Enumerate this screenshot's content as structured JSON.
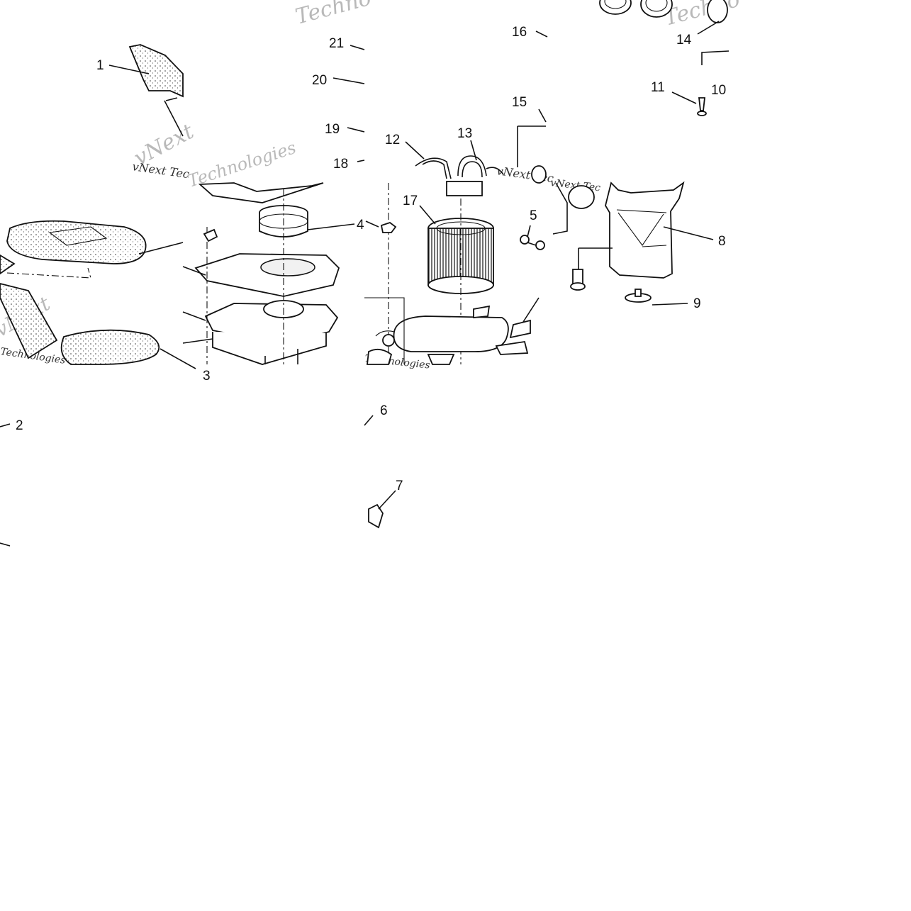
{
  "diagram": {
    "callouts": [
      {
        "id": "1",
        "text": "1"
      },
      {
        "id": "2",
        "text": "2"
      },
      {
        "id": "3",
        "text": "3"
      },
      {
        "id": "4",
        "text": "4"
      },
      {
        "id": "5",
        "text": "5"
      },
      {
        "id": "6",
        "text": "6"
      },
      {
        "id": "7",
        "text": "7"
      },
      {
        "id": "8",
        "text": "8"
      },
      {
        "id": "9",
        "text": "9"
      },
      {
        "id": "10",
        "text": "10"
      },
      {
        "id": "11",
        "text": "11"
      },
      {
        "id": "12",
        "text": "12"
      },
      {
        "id": "13",
        "text": "13"
      },
      {
        "id": "14",
        "text": "14"
      },
      {
        "id": "15",
        "text": "15"
      },
      {
        "id": "16",
        "text": "16"
      },
      {
        "id": "17",
        "text": "17"
      },
      {
        "id": "18",
        "text": "18"
      },
      {
        "id": "19",
        "text": "19"
      },
      {
        "id": "20",
        "text": "20"
      },
      {
        "id": "21",
        "text": "21"
      }
    ],
    "watermarks": [
      {
        "text": "Techno"
      },
      {
        "text": "Techno"
      },
      {
        "text": "vNext Tec"
      },
      {
        "text": "vNext Tec"
      },
      {
        "text": "vNext Tec"
      },
      {
        "text": "Technologies"
      },
      {
        "text": "Technologies"
      },
      {
        "text": "Technologies"
      },
      {
        "text": "vNext"
      },
      {
        "text": "vNext"
      }
    ]
  }
}
